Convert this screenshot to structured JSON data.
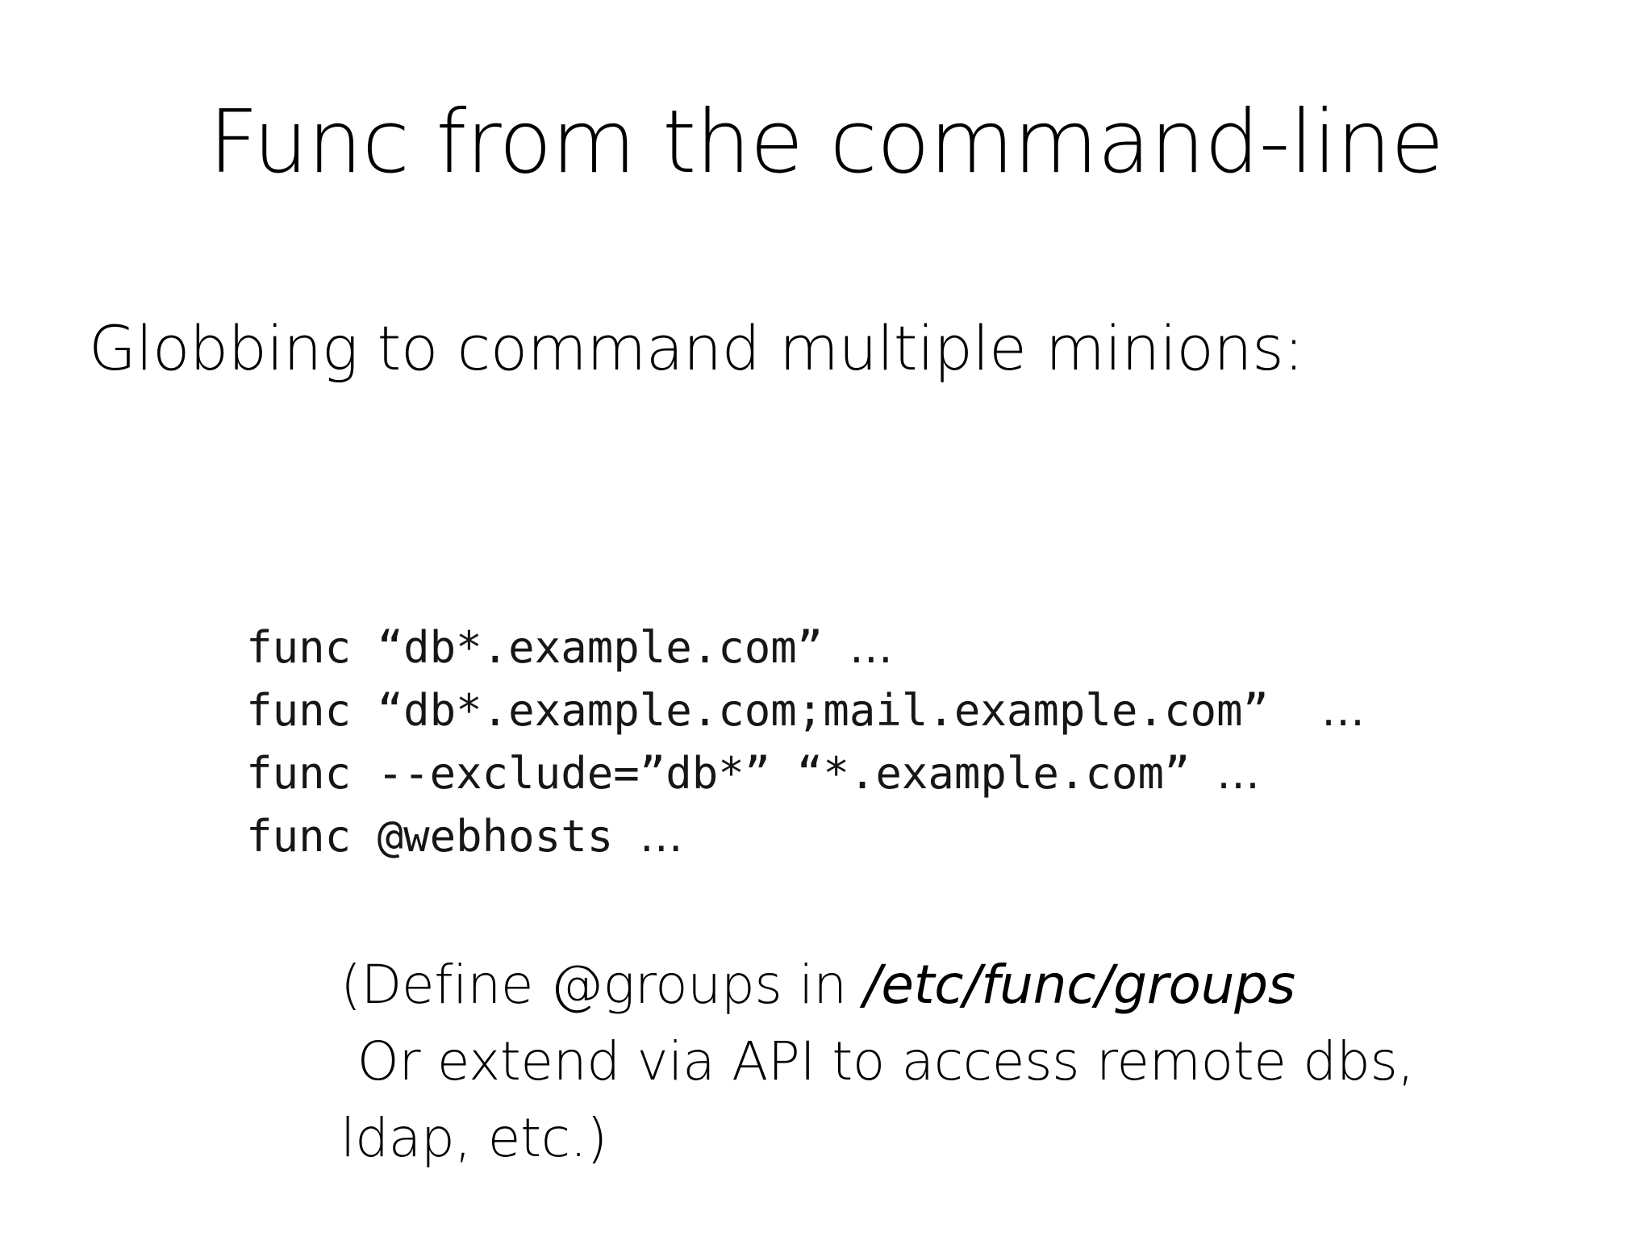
{
  "slide": {
    "title": "Func from the command-line",
    "subtitle": "Globbing to command multiple minions:",
    "background_color": "#ffffff",
    "text_color": "#000000",
    "code_color": "#161616"
  },
  "code_block": {
    "lines": [
      {
        "command": "func “db*.example.com” ",
        "ellipsis": "…"
      },
      {
        "command": "func “db*.example.com;mail.example.com”  ",
        "ellipsis": "…"
      },
      {
        "command": "func --exclude=”db*” “*.example.com” ",
        "ellipsis": "…"
      },
      {
        "command": "func @webhosts ",
        "ellipsis": "…"
      }
    ]
  },
  "note": {
    "lines": [
      {
        "before": "(Define @groups in ",
        "path": "/etc/func/groups",
        "after": ""
      },
      {
        "before": " Or extend via API to access remote dbs,",
        "path": "",
        "after": ""
      },
      {
        "before": "ldap, etc.)",
        "path": "",
        "after": ""
      }
    ]
  }
}
